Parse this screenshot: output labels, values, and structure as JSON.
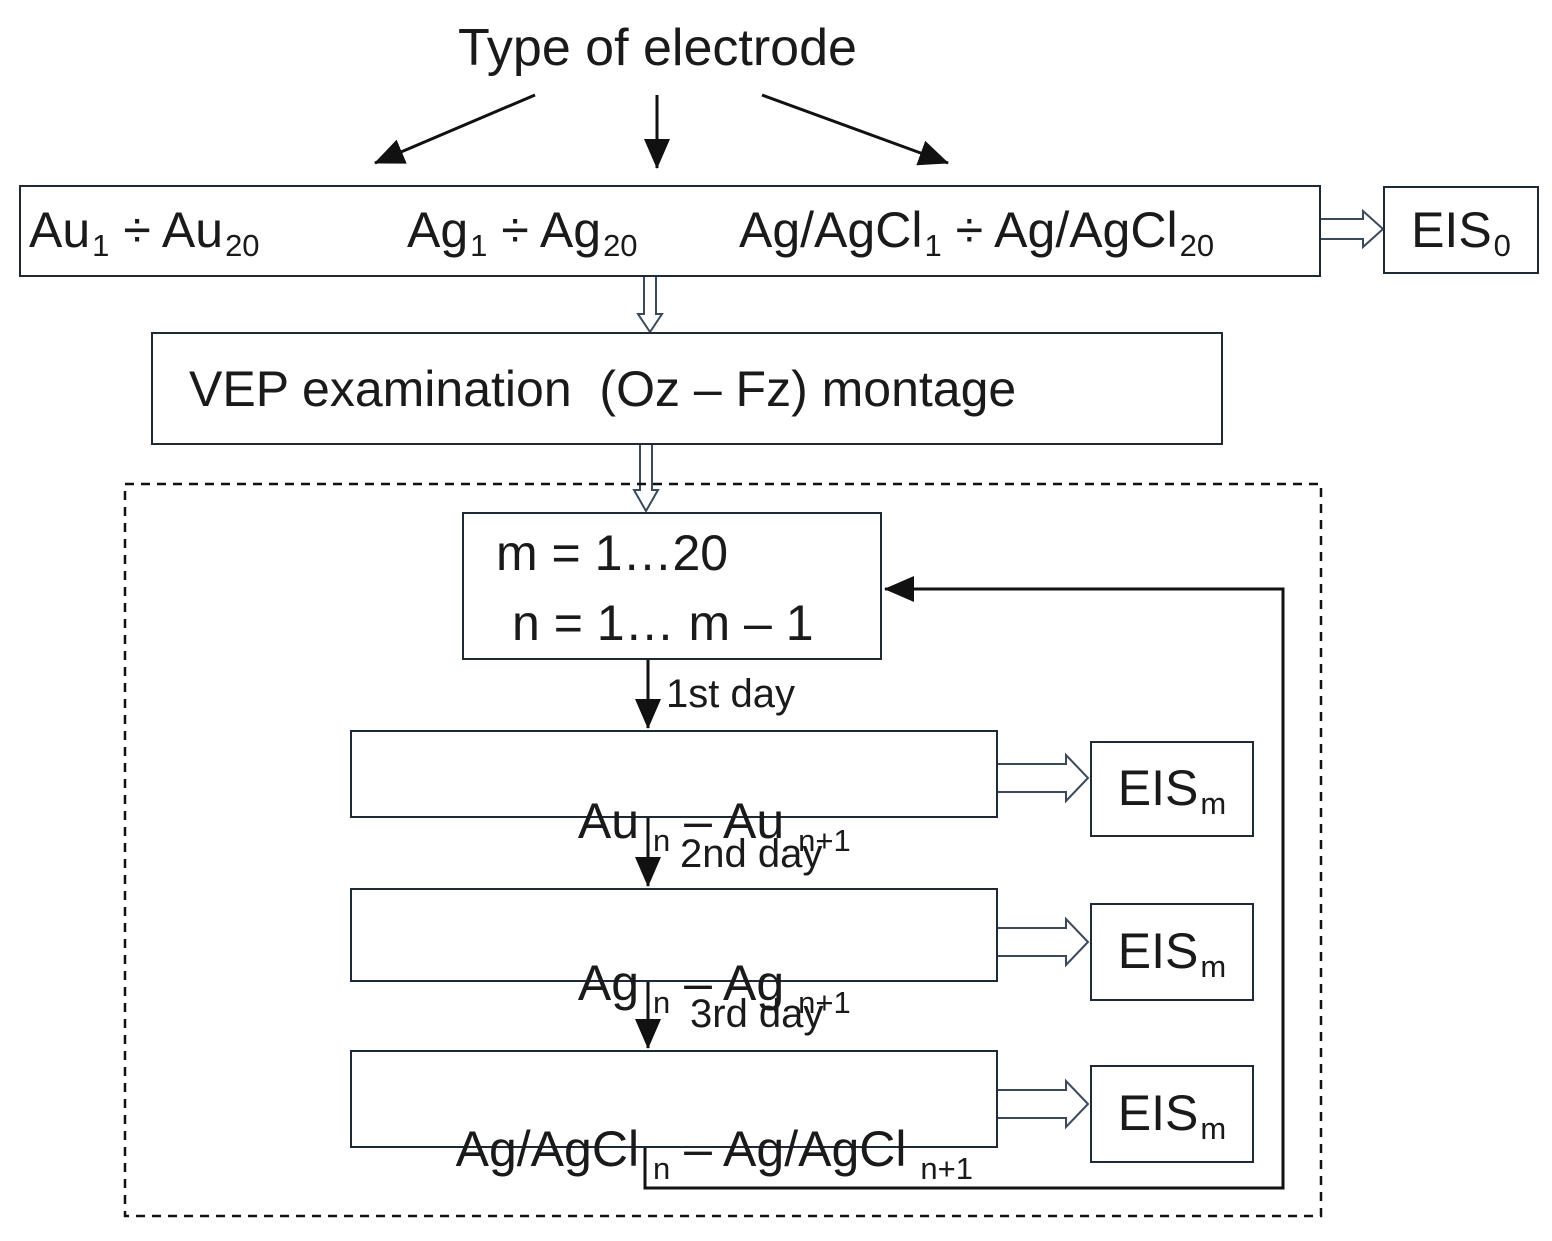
{
  "title": "Type of electrode",
  "electrodes": {
    "au": {
      "base1": "Au",
      "sub1": "1",
      "sep": " ÷ ",
      "base2": "Au",
      "sub2": "20"
    },
    "ag": {
      "base1": "Ag",
      "sub1": "1",
      "sep": " ÷ ",
      "base2": "Ag",
      "sub2": "20"
    },
    "agcl": {
      "base1": "Ag/AgCl",
      "sub1": "1",
      "sep": " ÷ ",
      "base2": "Ag/AgCl",
      "sub2": "20"
    }
  },
  "eis0": {
    "base": "EIS",
    "sub": "0"
  },
  "vep": "VEP examination  (Oz – Fz) montage",
  "loop": {
    "line1": "m = 1…20",
    "line2": "n = 1… m – 1"
  },
  "days": [
    "1st day",
    "2nd day",
    "3rd day"
  ],
  "pairs": [
    {
      "a": "Au ",
      "sa": "n",
      "dash": " – ",
      "b": "Au ",
      "sb": "n+1"
    },
    {
      "a": "Ag ",
      "sa": "n",
      "dash": " – ",
      "b": "Ag ",
      "sb": "n+1"
    },
    {
      "a": "Ag/AgCl ",
      "sa": "n",
      "dash": " – ",
      "b": "Ag/AgCl ",
      "sb": "n+1"
    }
  ],
  "eism": {
    "base": "EIS",
    "sub": "m"
  }
}
